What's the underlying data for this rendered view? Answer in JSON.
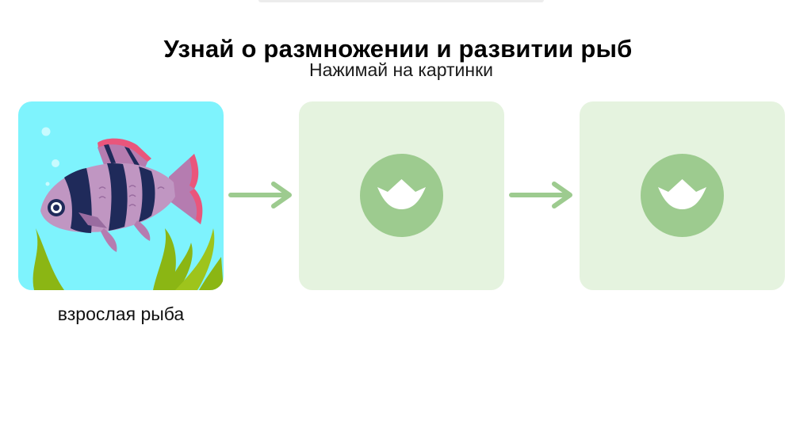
{
  "header": {
    "title": "Узнай о размножении и развитии рыб",
    "subtitle": "Нажимай на картинки"
  },
  "stages": [
    {
      "caption": "взрослая рыба",
      "state": "revealed",
      "icon": "fish-illustration"
    },
    {
      "caption": "",
      "state": "locked",
      "icon": "crown-icon"
    },
    {
      "caption": "",
      "state": "locked",
      "icon": "crown-icon"
    }
  ],
  "colors": {
    "revealed_card_bg": "#7ef3fd",
    "locked_card_bg": "#e5f3df",
    "badge": "#9dcb8f",
    "arrow": "#9dcb8f"
  }
}
